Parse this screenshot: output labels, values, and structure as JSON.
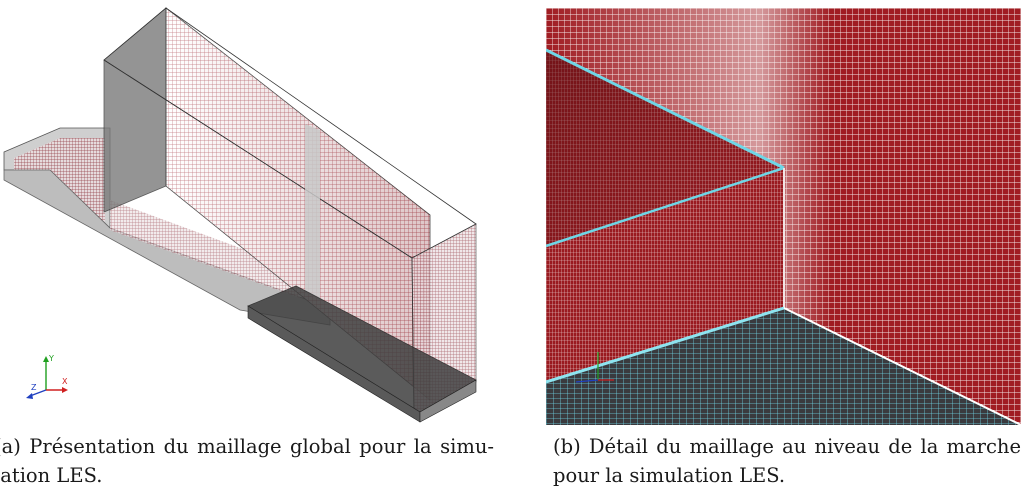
{
  "figure": {
    "subfigures": [
      {
        "id": "a",
        "caption_lines": [
          "(a) Présentation du maillage global pour la simu-",
          "lation LES."
        ],
        "axes_triad": {
          "x": "X",
          "y": "Y",
          "z": "Z"
        }
      },
      {
        "id": "b",
        "caption_lines": [
          "(b) Détail du maillage au niveau de la marche",
          "pour la simulation LES."
        ]
      }
    ],
    "colors": {
      "mesh_red": "#a01c22",
      "mesh_cyan": "#5fd0e0",
      "solid_grey": "#6e6e6e",
      "dark_grey": "#3c3c3c",
      "axis_x": "#d02020",
      "axis_y": "#20a020",
      "axis_z": "#2040c0"
    }
  }
}
